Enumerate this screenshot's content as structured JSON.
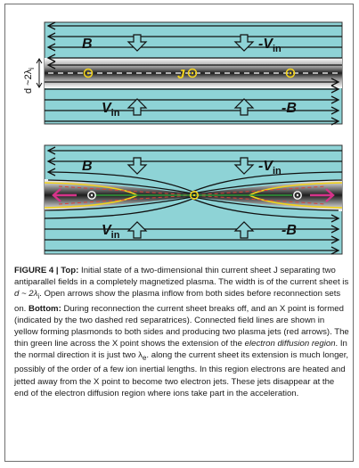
{
  "diagram": {
    "top": {
      "label_B_left": "B",
      "label_Vin_right": "-V",
      "label_Vin_right_sub": "in",
      "label_J": "J",
      "label_Vin_left": "V",
      "label_Vin_left_sub": "in",
      "label_B_right": "-B",
      "width_label": "d ~2λ",
      "width_label_sub": "i"
    },
    "bottom": {
      "label_B_left": "B",
      "label_Vin_right": "-V",
      "label_Vin_right_sub": "in",
      "label_Vin_left": "V",
      "label_Vin_left_sub": "in",
      "label_B_right": "-B"
    },
    "colors": {
      "field_region": "#8ed3d6",
      "sheet_dark": "#2a2a2a",
      "current_marker": "#f2d21b",
      "separatrix": "#f2d21b",
      "jet_arrow": "#d6338a",
      "diffusion_line": "#2f9b3a"
    }
  },
  "caption": {
    "label": "FIGURE 4 |",
    "top_heading": "Top:",
    "top_text": " Initial state of a two-dimensional thin current sheet J separating two antiparallel fields in a completely magnetized plasma. The width is of the current sheet is ",
    "top_math": "d ~ 2λ",
    "top_math_sub": "i",
    "top_text2": ". Open arrows show the plasma inflow from both sides before reconnection sets on. ",
    "bottom_heading": "Bottom:",
    "bottom_text": " During reconnection the current sheet breaks off, and an X point is formed (indicated by the two dashed red separatrices). Connected field lines are shown in yellow forming plasmonds to both sides and producing two plasma jets (red arrows). The thin green line across the X point shows the extension of the ",
    "bottom_italic": "electron diffusion region",
    "bottom_text2": ". In the normal direction it is just two λ",
    "bottom_sub": "e",
    "bottom_text3": ". along the current sheet its extension is much longer, possibly of the order of a few ion inertial lengths. In this region electrons are heated and jetted away from the X point to become two electron jets. These jets disappear at the end of the electron diffusion region where ions take part in the acceleration."
  }
}
